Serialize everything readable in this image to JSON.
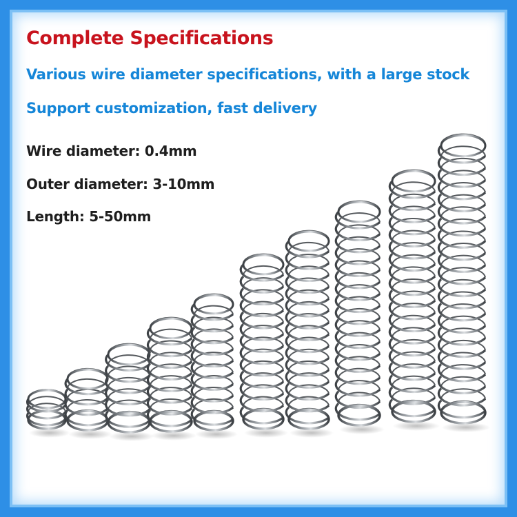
{
  "heading": {
    "title": "Complete Specifications",
    "line1": "Various wire diameter specifications, with a large stock",
    "line2": "Support customization, fast delivery"
  },
  "specs": [
    {
      "text": "Wire diameter: 0.4mm"
    },
    {
      "text": "Outer diameter: 3-10mm"
    },
    {
      "text": "Length: 5-50mm"
    }
  ],
  "colors": {
    "title": "#c8131d",
    "subtitle": "#1586d8",
    "border": "#2e8fe6",
    "spec_text": "#1e1e1e",
    "spring_metal": "#6b6f73"
  },
  "springs": [
    {
      "name": "spring-1",
      "coils": 3
    },
    {
      "name": "spring-2",
      "coils": 4
    },
    {
      "name": "spring-3",
      "coils": 6
    },
    {
      "name": "spring-4",
      "coils": 8
    },
    {
      "name": "spring-5",
      "coils": 10
    },
    {
      "name": "spring-6",
      "coils": 13
    },
    {
      "name": "spring-7",
      "coils": 15
    },
    {
      "name": "spring-8",
      "coils": 17
    },
    {
      "name": "spring-9",
      "coils": 19
    },
    {
      "name": "spring-10",
      "coils": 22
    }
  ]
}
